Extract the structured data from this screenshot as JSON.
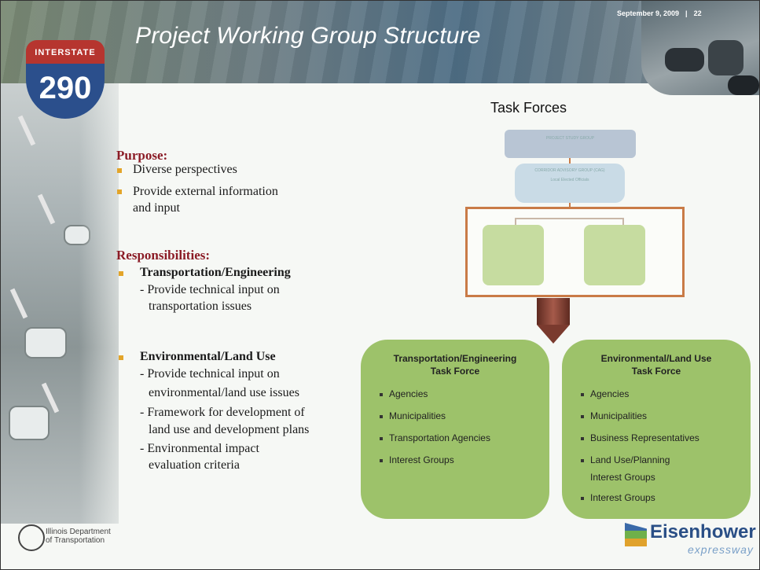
{
  "header": {
    "title": "Project Working Group Structure",
    "date": "September 9, 2009",
    "separator": "|",
    "page_number": "22"
  },
  "shield": {
    "top_text": "INTERSTATE",
    "number": "290"
  },
  "left": {
    "purpose_heading": "Purpose:",
    "purpose_items": [
      "Diverse perspectives",
      "Provide external information",
      "and input"
    ],
    "responsibilities_heading": "Responsibilities:",
    "transport_heading": "Transportation/Engineering",
    "transport_lines": [
      "- Provide technical input on",
      "transportation issues"
    ],
    "env_heading": "Environmental/Land Use",
    "env_lines": [
      "- Provide technical input on",
      "environmental/land use issues",
      "- Framework for development of",
      "land use and development plans",
      "- Environmental impact",
      "evaluation criteria"
    ]
  },
  "right": {
    "title": "Task Forces",
    "diagram": {
      "psg_label": "PROJECT STUDY GROUP",
      "cag_label": "CORRIDOR ADVISORY GROUP (CAG)",
      "cag_sub": "Local Elected Officials"
    },
    "boxes": [
      {
        "heading_line1": "Transportation/Engineering",
        "heading_line2": "Task Force",
        "items": [
          "Agencies",
          "Municipalities",
          "Transportation Agencies",
          "Interest Groups"
        ]
      },
      {
        "heading_line1": "Environmental/Land Use",
        "heading_line2": "Task Force",
        "items": [
          "Agencies",
          "Municipalities",
          "Business Representatives",
          "Land Use/Planning",
          "Interest Groups",
          "Interest Groups"
        ]
      }
    ]
  },
  "footer": {
    "idot_line1": "Illinois Department",
    "idot_line2": "of Transportation",
    "eis_name": "Eisenhower",
    "eis_sub": "expressway"
  },
  "colors": {
    "heading_red": "#8b1c26",
    "bullet_gold": "#e3a52a",
    "box_green": "#9dc26a",
    "highlight_orange": "#c97b47"
  }
}
